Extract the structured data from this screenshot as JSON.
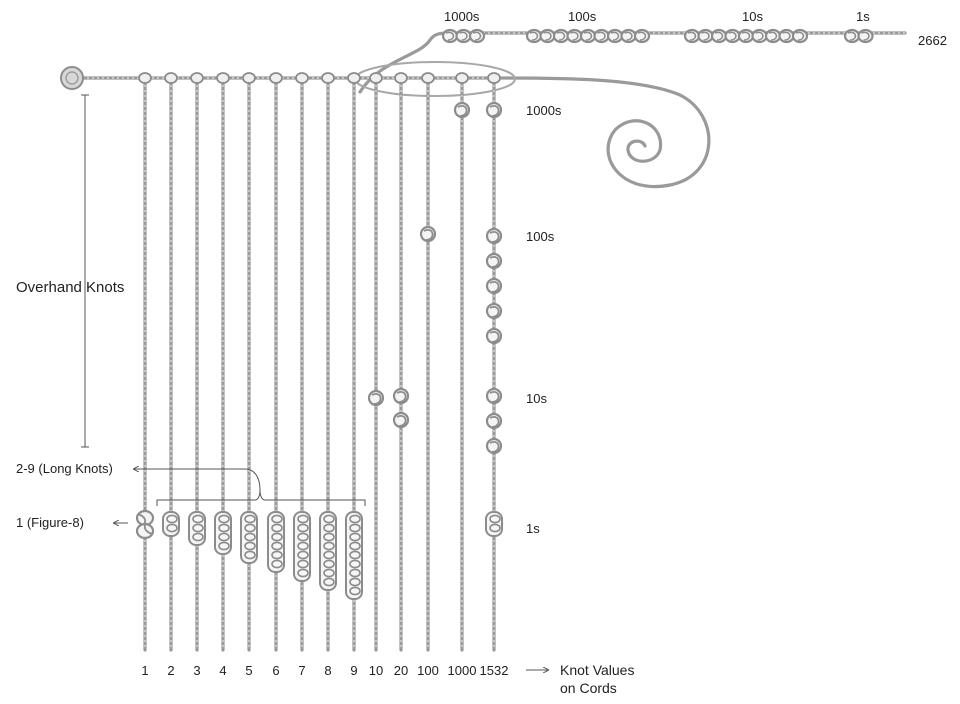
{
  "labels": {
    "overhand_knots": "Overhand Knots",
    "long_knots": "2-9 (Long Knots)",
    "figure_8": "1 (Figure-8)",
    "knot_values_line1": "Knot Values",
    "knot_values_line2": "on Cords",
    "total": "2662"
  },
  "place_labels": [
    "1000s",
    "100s",
    "10s",
    "1s"
  ],
  "top_place_labels": [
    "1000s",
    "100s",
    "10s",
    "1s"
  ],
  "cord_values": [
    "1",
    "2",
    "3",
    "4",
    "5",
    "6",
    "7",
    "8",
    "9",
    "10",
    "20",
    "100",
    "1000",
    "1532"
  ]
}
